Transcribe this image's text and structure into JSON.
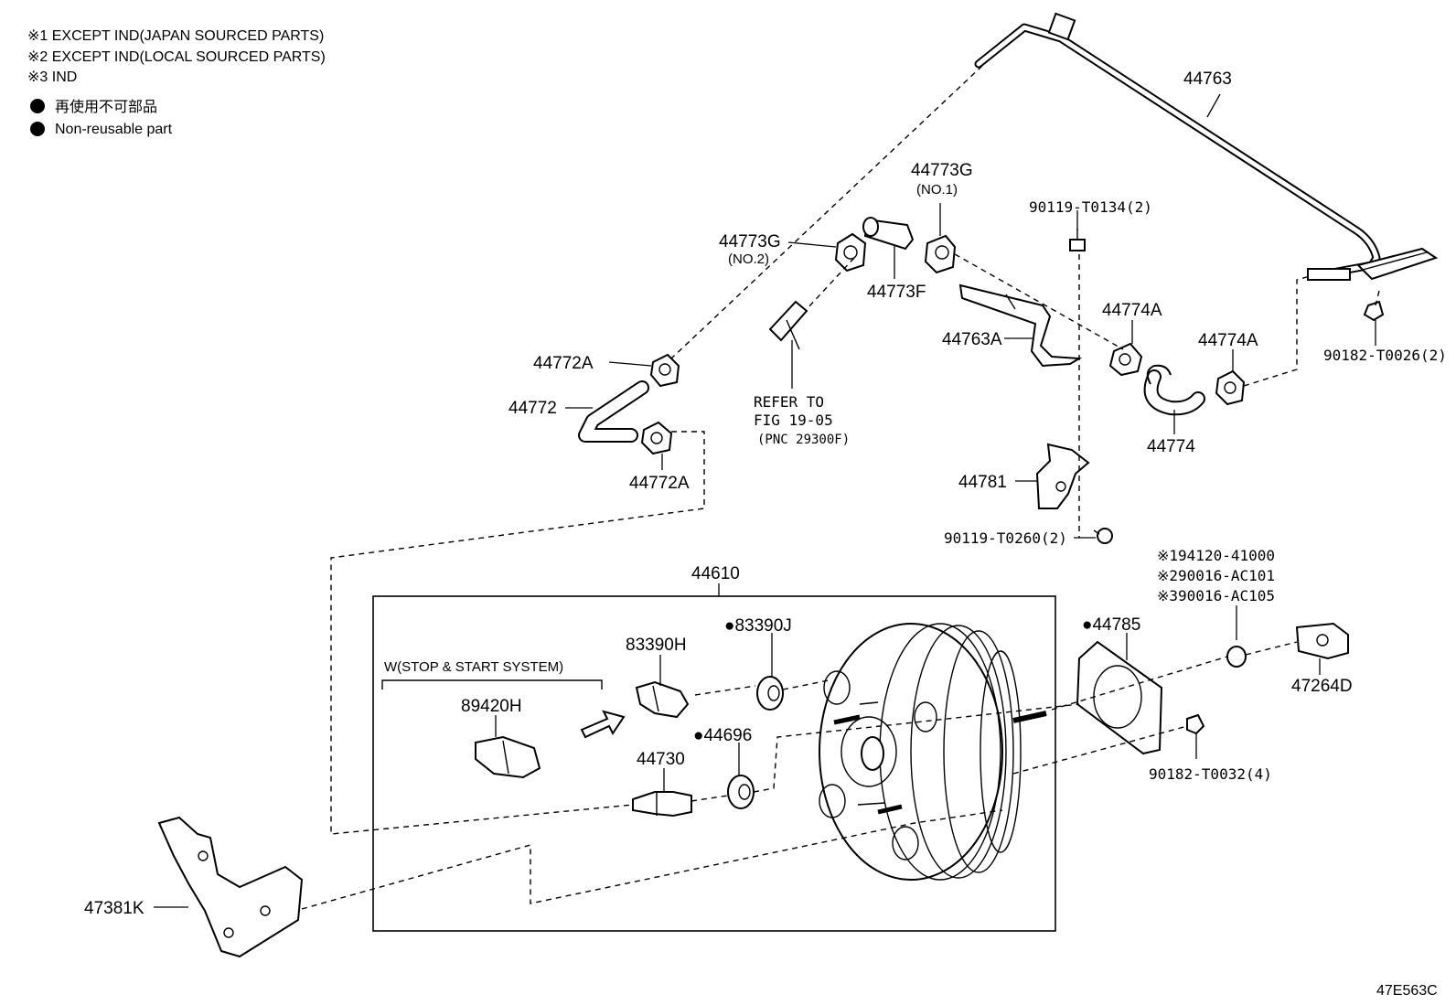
{
  "legend": {
    "note1": "※1 EXCEPT IND(JAPAN SOURCED PARTS)",
    "note2": "※2 EXCEPT IND(LOCAL SOURCED PARTS)",
    "note3": "※3 IND",
    "nonreusable_ja": "再使用不可部品",
    "nonreusable_en": "Non-reusable part"
  },
  "parts": {
    "p44763": "44763",
    "p44773G_1": "44773G",
    "p44773G_1_sub": "(NO.1)",
    "p44773G_2": "44773G",
    "p44773G_2_sub": "(NO.2)",
    "p44773F": "44773F",
    "p90119_T0134": "90119-T0134(2)",
    "p44763A": "44763A",
    "p44774A_1": "44774A",
    "p44774A_2": "44774A",
    "p90182_T0026": "90182-T0026(2)",
    "p44772A_1": "44772A",
    "p44772": "44772",
    "p44772A_2": "44772A",
    "refer_1": "REFER TO",
    "refer_2": "FIG 19-05",
    "refer_3": "(PNC 29300F)",
    "p44774": "44774",
    "p44781": "44781",
    "p90119_T0260": "90119-T0260(2)",
    "alt1": "※194120-41000",
    "alt2": "※290016-AC101",
    "alt3": "※390016-AC105",
    "p44610": "44610",
    "p83390J": "●83390J",
    "p83390H": "83390H",
    "p44785": "●44785",
    "p47264D": "47264D",
    "stop_start": "W(STOP & START SYSTEM)",
    "p89420H": "89420H",
    "p44730": "44730",
    "p44696": "●44696",
    "p90182_T0032": "90182-T0032(4)",
    "p47381K": "47381K"
  },
  "figure_id": "47E563C"
}
